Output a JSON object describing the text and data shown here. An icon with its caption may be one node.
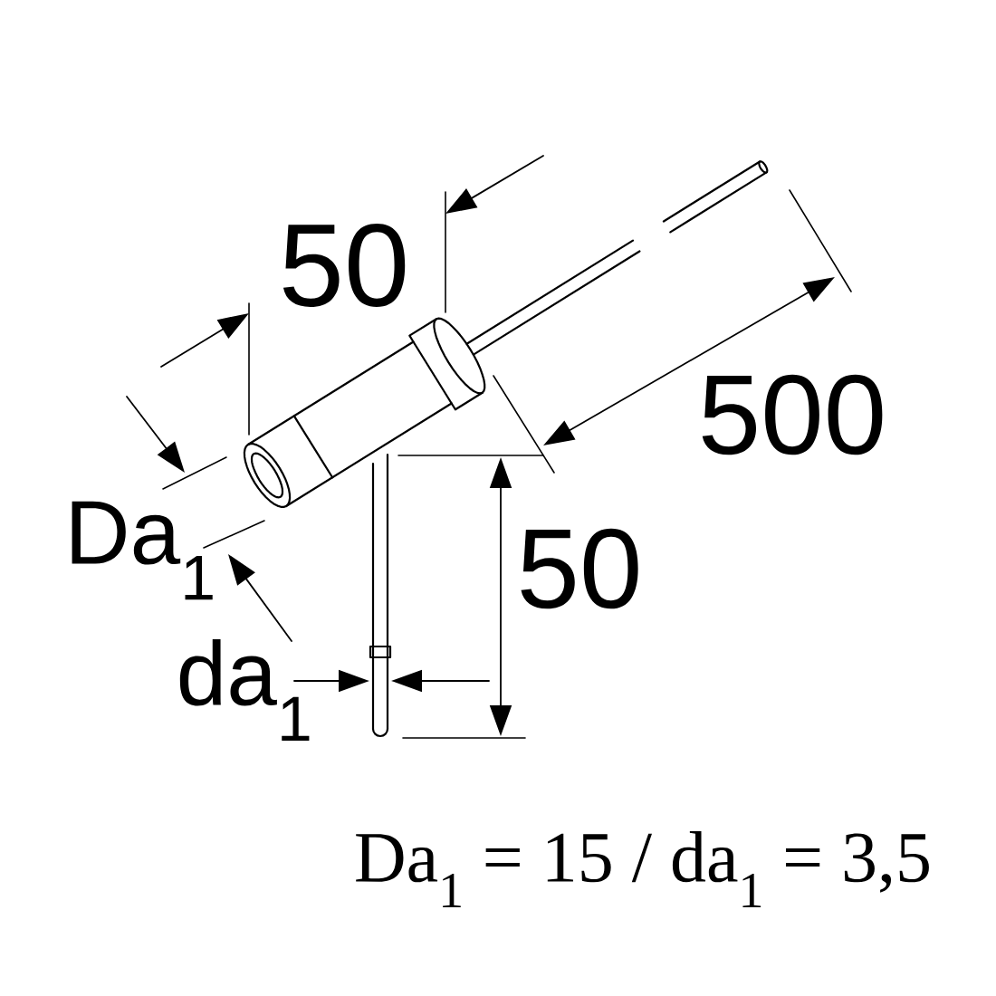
{
  "diagram": {
    "caption": "Da$_{1}$ = 15 / da$_{1}$ = 3,5",
    "labels": [
      "50",
      "500",
      "Da$_{1}$",
      "50",
      "da$_{1}$"
    ]
  }
}
